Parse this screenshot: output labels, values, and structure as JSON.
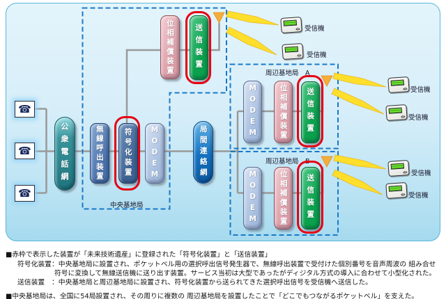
{
  "panel": {
    "phone_icon_glyph": "☎",
    "public_phone_network": "公衆電話網",
    "interstation_network": "局間連絡網",
    "central_station": {
      "label": "中央基地局",
      "pills": {
        "radio_call": "無線呼出装置",
        "encoder": "符号化装置",
        "modem": "MODEM",
        "phase_comp": "位相補償装置",
        "transmitter": "送信装置"
      }
    },
    "station_a": {
      "label": "周辺基地局　A",
      "pills": {
        "modem": "MODEM",
        "phase_comp": "位相補償装置",
        "transmitter": "送信装置"
      }
    },
    "station_b": {
      "label": "周辺基地局　B",
      "pills": {
        "modem": "MODEM",
        "phase_comp": "位相補償装置",
        "transmitter": "送信装置"
      }
    },
    "receiver_label": "受信機"
  },
  "notes": {
    "line1": "■赤枠で表示した装置が「未来技術遺産」に登録された「符号化装置」と「送信装置」",
    "line2": "符号化装置：中央基地局に設置され、ポケットベル用の選択呼出信号発生器で、無線呼出装置で受付けた個別番号を音声周波の 組み合せ",
    "line3": "符号に変換して無線送信機に送り出す装置。サービス当初は大型であったがディジタル方式の導入に合わせて小型化された。",
    "line4": "送信装置　：中央基地局と周辺基地局に設置され、符号化装置から送られてきた選択呼出信号を受信機へ送信した。",
    "line5": "■中央基地局は、全国に54局設置され、その周りに複数の 周辺基地局を設置したことで「どこでもつながるポケットベル」を支えた。"
  },
  "colors": {
    "red_highlight": "#e60012",
    "dashed_box_blue": "#1879c8",
    "line_gray": "#999999",
    "bolt_yellow": "#ffdf2b",
    "antenna_orange": "#f6ae3a",
    "green_pill": "#0aa04c",
    "pink_pill": "#dd9ea9",
    "teal_pill": "#2e8f98",
    "panel_background_top": "#e3f4fb",
    "panel_background_bottom": "#a6daef"
  }
}
